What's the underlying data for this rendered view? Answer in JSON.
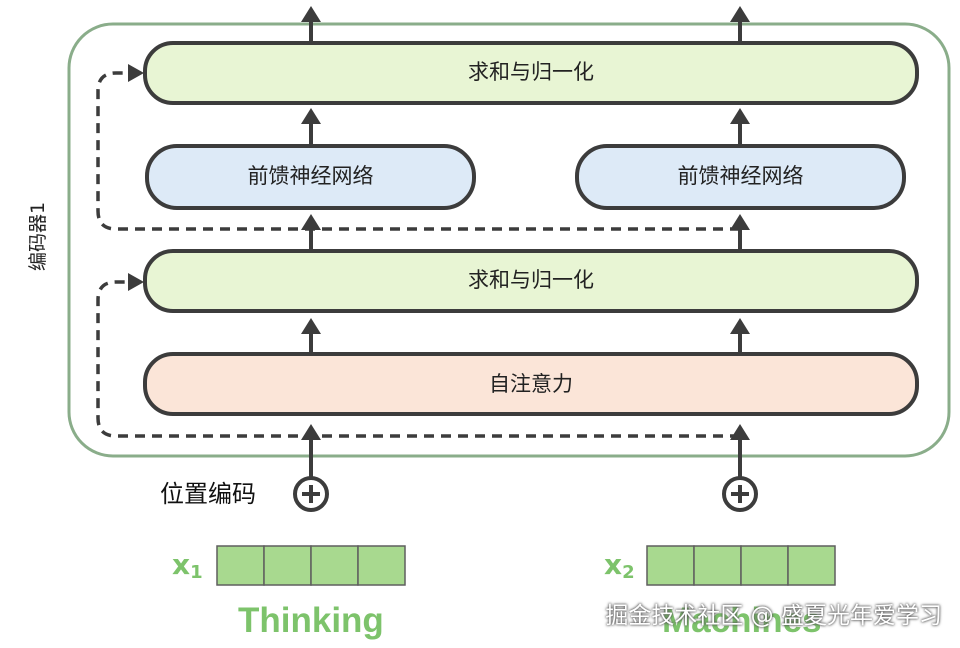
{
  "encoder": {
    "label": "编码器1",
    "add_norm_top": "求和与归一化",
    "ffn_left": "前馈神经网络",
    "ffn_right": "前馈神经网络",
    "add_norm_bottom": "求和与归一化",
    "self_attention": "自注意力"
  },
  "positional_encoding": {
    "label": "位置编码"
  },
  "inputs": [
    {
      "var": "x",
      "sub": "1",
      "word": "Thinking"
    },
    {
      "var": "x",
      "sub": "2",
      "word": "Machines"
    }
  ],
  "watermark": "掘金技术社区 @ 盛夏光年爱学习",
  "colors": {
    "add_norm_fill": "#e8f5d4",
    "ffn_fill": "#ddeaf7",
    "attention_fill": "#fbe5d8",
    "embedding_fill": "#a8d98f",
    "encoder_border": "#7aa37a",
    "box_border": "#3c3c3c",
    "word_green": "#7dc36b"
  }
}
